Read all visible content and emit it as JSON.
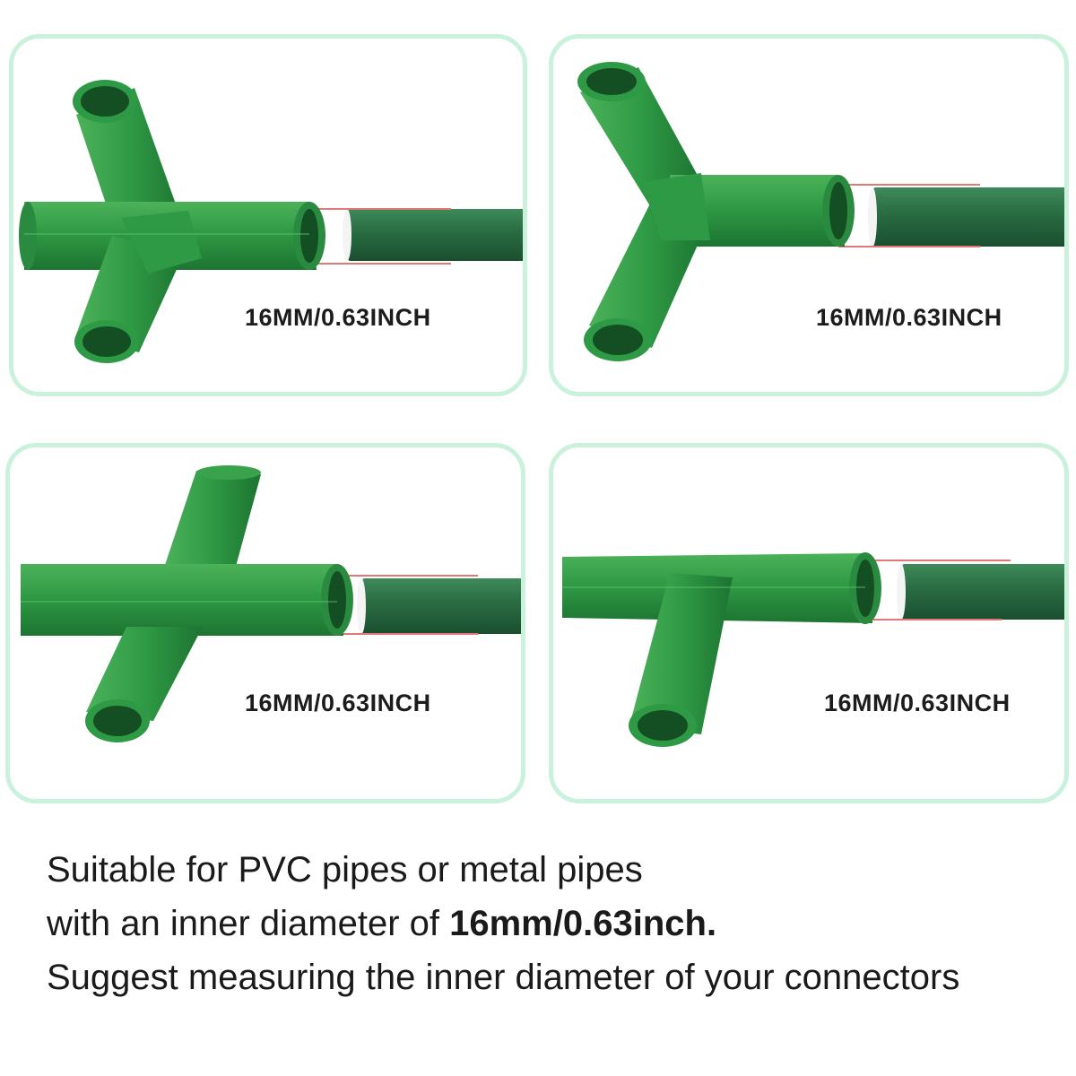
{
  "colors": {
    "panel_border": "#c9f1dc",
    "connector_green": "#2f9a45",
    "connector_dark": "#1e7a33",
    "pipe_green": "#2b6e44",
    "measure_line": "#e07878"
  },
  "panels": [
    {
      "connector": "5-way-3d-connector",
      "size_label": "16MM/0.63INCH"
    },
    {
      "connector": "3-way-y-connector",
      "size_label": "16MM/0.63INCH"
    },
    {
      "connector": "4-way-cross-connector",
      "size_label": "16MM/0.63INCH"
    },
    {
      "connector": "3-way-t-connector",
      "size_label": "16MM/0.63INCH"
    }
  ],
  "caption": {
    "line1": "Suitable for PVC pipes or metal pipes",
    "line2_prefix": "with an inner diameter of ",
    "line2_bold": "16mm/0.63inch.",
    "line3": "Suggest measuring the inner diameter of your connectors"
  }
}
